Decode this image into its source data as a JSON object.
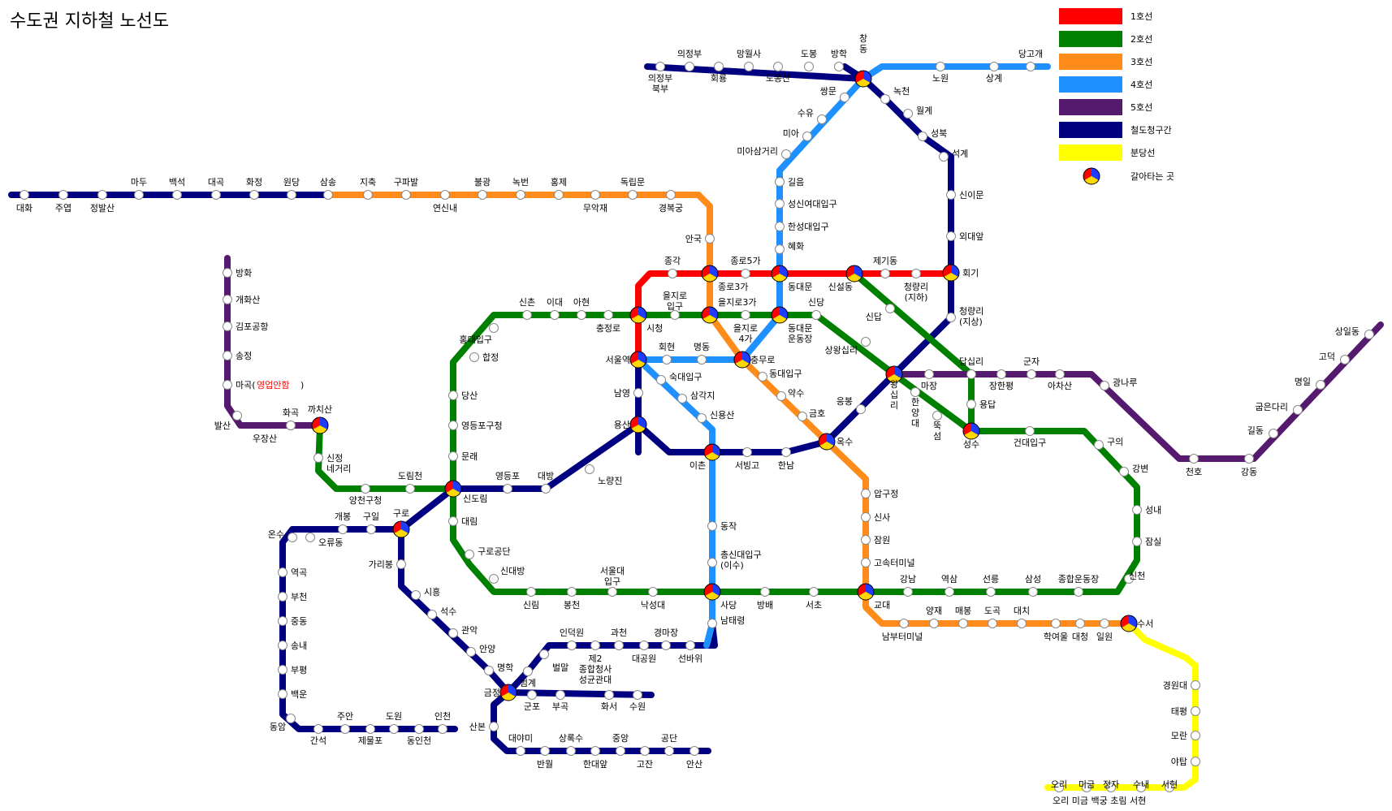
{
  "title": "수도권 지하철 노선도",
  "legend": [
    {
      "id": "l1",
      "label": "1호선",
      "color": "#ff0000"
    },
    {
      "id": "l2",
      "label": "2호선",
      "color": "#008000"
    },
    {
      "id": "l3",
      "label": "3호선",
      "color": "#ff8c1a"
    },
    {
      "id": "l4",
      "label": "4호선",
      "color": "#1e90ff"
    },
    {
      "id": "l5",
      "label": "5호선",
      "color": "#551a6e"
    },
    {
      "id": "rail",
      "label": "철도청구간",
      "color": "#000080"
    },
    {
      "id": "bd",
      "label": "분당선",
      "color": "#ffff00"
    }
  ],
  "transfer_label": "갈아타는 곳",
  "stations": [
    {
      "id": "s_uijeongbubukbu",
      "name": "의정부\n북부"
    },
    {
      "id": "s_uijeongbu",
      "name": "의정부"
    },
    {
      "id": "s_hoeryong",
      "name": "회룡"
    },
    {
      "id": "s_mangwolsa",
      "name": "망월사"
    },
    {
      "id": "s_dobongsan",
      "name": "도봉산"
    },
    {
      "id": "s_dobong",
      "name": "도봉"
    },
    {
      "id": "s_banghak",
      "name": "방학"
    },
    {
      "id": "s_changdong",
      "name": "창\n동"
    },
    {
      "id": "s_nowon",
      "name": "노원"
    },
    {
      "id": "s_sanggye",
      "name": "상계"
    },
    {
      "id": "s_danggogae",
      "name": "당고개"
    },
    {
      "id": "s_nokcheon",
      "name": "녹천"
    },
    {
      "id": "s_wolgye",
      "name": "월계"
    },
    {
      "id": "s_seongbuk",
      "name": "성북"
    },
    {
      "id": "s_seokgye",
      "name": "석계"
    },
    {
      "id": "s_sinimun",
      "name": "신이문"
    },
    {
      "id": "s_oedaeap",
      "name": "외대앞"
    },
    {
      "id": "s_hoegi",
      "name": "회기"
    },
    {
      "id": "s_cheongnyangri_g",
      "name": "청량리\n(지상)"
    },
    {
      "id": "s_ssangmun",
      "name": "쌍문"
    },
    {
      "id": "s_suyu",
      "name": "수유"
    },
    {
      "id": "s_mia",
      "name": "미아"
    },
    {
      "id": "s_miasageori",
      "name": "미아삼거리"
    },
    {
      "id": "s_gireum",
      "name": "길음"
    },
    {
      "id": "s_sungshin",
      "name": "성신여대입구"
    },
    {
      "id": "s_hansung",
      "name": "한성대입구"
    },
    {
      "id": "s_hyehwa",
      "name": "혜화"
    },
    {
      "id": "s_daehwa",
      "name": "대화"
    },
    {
      "id": "s_juyeop",
      "name": "주엽"
    },
    {
      "id": "s_jeongbalsan",
      "name": "정발산"
    },
    {
      "id": "s_madu",
      "name": "마두"
    },
    {
      "id": "s_baekseok",
      "name": "백석"
    },
    {
      "id": "s_daegok",
      "name": "대곡"
    },
    {
      "id": "s_hwajeong",
      "name": "화정"
    },
    {
      "id": "s_wondang",
      "name": "원당"
    },
    {
      "id": "s_samsong",
      "name": "삼송"
    },
    {
      "id": "s_jichuk",
      "name": "지축"
    },
    {
      "id": "s_gupabal",
      "name": "구파발"
    },
    {
      "id": "s_yeonsinnae",
      "name": "연신내"
    },
    {
      "id": "s_bulgwang",
      "name": "불광"
    },
    {
      "id": "s_nokbeon",
      "name": "녹번"
    },
    {
      "id": "s_hongje",
      "name": "홍제"
    },
    {
      "id": "s_muakjae",
      "name": "무악재"
    },
    {
      "id": "s_dongnimmun",
      "name": "독립문"
    },
    {
      "id": "s_gyeongbokgung",
      "name": "경복궁"
    },
    {
      "id": "s_anguk",
      "name": "안국"
    },
    {
      "id": "s_jonggak",
      "name": "종각"
    },
    {
      "id": "s_jongno3ga",
      "name": "종로3가"
    },
    {
      "id": "s_jongno5ga",
      "name": "종로5가"
    },
    {
      "id": "s_dongdaemun",
      "name": "동대문"
    },
    {
      "id": "s_sinseoldong",
      "name": "신설동"
    },
    {
      "id": "s_jegidong",
      "name": "제기동"
    },
    {
      "id": "s_cheongnyangri_u",
      "name": "청량리\n(지하)"
    },
    {
      "id": "s_banghwa",
      "name": "방화"
    },
    {
      "id": "s_gaehwasan",
      "name": "개화산"
    },
    {
      "id": "s_gimpo",
      "name": "김포공항"
    },
    {
      "id": "s_songjeong",
      "name": "송정"
    },
    {
      "id": "s_magok",
      "name": "마곡("
    },
    {
      "id": "s_balsan",
      "name": "발산"
    },
    {
      "id": "s_hwagok",
      "name": "화곡"
    },
    {
      "id": "s_ujangsan",
      "name": "우장산"
    },
    {
      "id": "s_kkachisan",
      "name": "까치산"
    },
    {
      "id": "s_sinchon",
      "name": "신촌"
    },
    {
      "id": "s_ewha",
      "name": "이대"
    },
    {
      "id": "s_ahyeon",
      "name": "아현"
    },
    {
      "id": "s_chungjeongno",
      "name": "충정로"
    },
    {
      "id": "s_cityhall",
      "name": "시청"
    },
    {
      "id": "s_euljiro1",
      "name": "을지로\n입구"
    },
    {
      "id": "s_euljiro3",
      "name": "을지로3가"
    },
    {
      "id": "s_euljiro4",
      "name": "을지로\n4가"
    },
    {
      "id": "s_ddp",
      "name": "동대문\n운동장"
    },
    {
      "id": "s_sindang",
      "name": "신당"
    },
    {
      "id": "s_sangwangsimni",
      "name": "상왕십리"
    },
    {
      "id": "s_hongik",
      "name": "홍대입구"
    },
    {
      "id": "s_hapjeong",
      "name": "합정"
    },
    {
      "id": "s_dangsan",
      "name": "당산"
    },
    {
      "id": "s_ydpgu",
      "name": "영등포구청"
    },
    {
      "id": "s_mullae",
      "name": "문래"
    },
    {
      "id": "s_sindorim",
      "name": "신도림"
    },
    {
      "id": "s_seoulstn",
      "name": "서울역"
    },
    {
      "id": "s_hoehyeon",
      "name": "회현"
    },
    {
      "id": "s_myeongdong",
      "name": "명동"
    },
    {
      "id": "s_chungmuro",
      "name": "충무로"
    },
    {
      "id": "s_dongguk",
      "name": "동대입구"
    },
    {
      "id": "s_yaksu",
      "name": "약수"
    },
    {
      "id": "s_geumho",
      "name": "금호"
    },
    {
      "id": "s_oksu",
      "name": "옥수"
    },
    {
      "id": "s_sookmyung",
      "name": "숙대입구"
    },
    {
      "id": "s_samgakji",
      "name": "삼각지"
    },
    {
      "id": "s_sinyongsan",
      "name": "신용산"
    },
    {
      "id": "s_namyeong",
      "name": "남영"
    },
    {
      "id": "s_yongsan",
      "name": "용산"
    },
    {
      "id": "s_ichon",
      "name": "이촌"
    },
    {
      "id": "s_seobinggo",
      "name": "서빙고"
    },
    {
      "id": "s_hannam",
      "name": "한남"
    },
    {
      "id": "s_eungbong",
      "name": "응봉"
    },
    {
      "id": "s_wangsimni",
      "name": "왕\n십\n리"
    },
    {
      "id": "s_majang",
      "name": "마장"
    },
    {
      "id": "s_dapsimni",
      "name": "답십리"
    },
    {
      "id": "s_janghanpyeong",
      "name": "장한평"
    },
    {
      "id": "s_gunja",
      "name": "군자"
    },
    {
      "id": "s_achasan",
      "name": "아차산"
    },
    {
      "id": "s_gwangnaru",
      "name": "광나루"
    },
    {
      "id": "s_cheonho",
      "name": "천호"
    },
    {
      "id": "s_gangdong",
      "name": "강동"
    },
    {
      "id": "s_gildong",
      "name": "길동"
    },
    {
      "id": "s_gubeundari",
      "name": "굽은다리"
    },
    {
      "id": "s_myeongil",
      "name": "명일"
    },
    {
      "id": "s_godeok",
      "name": "고덕"
    },
    {
      "id": "s_sangil",
      "name": "상일동"
    },
    {
      "id": "s_sinjeong",
      "name": "신답"
    },
    {
      "id": "s_yongdap",
      "name": "용답"
    },
    {
      "id": "s_hanyang",
      "name": "한\n양\n대"
    },
    {
      "id": "s_ttukseom",
      "name": "뚝\n섬"
    },
    {
      "id": "s_seongsu",
      "name": "성수"
    },
    {
      "id": "s_konkuk",
      "name": "건대입구"
    },
    {
      "id": "s_guui",
      "name": "구의"
    },
    {
      "id": "s_gangbyeon",
      "name": "강변"
    },
    {
      "id": "s_seongnae",
      "name": "성내"
    },
    {
      "id": "s_jamsil",
      "name": "잠실"
    },
    {
      "id": "s_sincheon",
      "name": "신천"
    },
    {
      "id": "s_sinjeongnegeori",
      "name": "신정\n네거리"
    },
    {
      "id": "s_yangcheon",
      "name": "양천구청"
    },
    {
      "id": "s_dorimcheon",
      "name": "도림천"
    },
    {
      "id": "s_yeongdeungpo",
      "name": "영등포"
    },
    {
      "id": "s_daebang",
      "name": "대방"
    },
    {
      "id": "s_noryangjin",
      "name": "노량진"
    },
    {
      "id": "s_daerim",
      "name": "대림"
    },
    {
      "id": "s_gurodigital",
      "name": "구로공단"
    },
    {
      "id": "s_sindaebang",
      "name": "신대방"
    },
    {
      "id": "s_sillim",
      "name": "신림"
    },
    {
      "id": "s_bongcheon",
      "name": "봉천"
    },
    {
      "id": "s_snu",
      "name": "서울대\n입구"
    },
    {
      "id": "s_nakseongdae",
      "name": "낙성대"
    },
    {
      "id": "s_sadang",
      "name": "사당"
    },
    {
      "id": "s_bangbae",
      "name": "방배"
    },
    {
      "id": "s_seocho",
      "name": "서초"
    },
    {
      "id": "s_gyodae",
      "name": "교대"
    },
    {
      "id": "s_gangnam",
      "name": "강남"
    },
    {
      "id": "s_yeoksam",
      "name": "역삼"
    },
    {
      "id": "s_seolleung",
      "name": "선릉"
    },
    {
      "id": "s_samseong",
      "name": "삼성"
    },
    {
      "id": "s_sports",
      "name": "종합운동장"
    },
    {
      "id": "s_dongjak",
      "name": "동작"
    },
    {
      "id": "s_isu",
      "name": "총신대입구\n(이수)"
    },
    {
      "id": "s_namtaeryeong",
      "name": "남태령"
    },
    {
      "id": "s_apgujeong",
      "name": "압구정"
    },
    {
      "id": "s_sinsa",
      "name": "신사"
    },
    {
      "id": "s_jamwon",
      "name": "잠원"
    },
    {
      "id": "s_express",
      "name": "고속터미널"
    },
    {
      "id": "s_nambu",
      "name": "남부터미널"
    },
    {
      "id": "s_yangjae",
      "name": "양재"
    },
    {
      "id": "s_maebong",
      "name": "매봉"
    },
    {
      "id": "s_dogok",
      "name": "도곡"
    },
    {
      "id": "s_daechi",
      "name": "대치"
    },
    {
      "id": "s_hakyeoul",
      "name": "학여울"
    },
    {
      "id": "s_daecheong",
      "name": "대청"
    },
    {
      "id": "s_irwon",
      "name": "일원"
    },
    {
      "id": "s_suseo",
      "name": "수서"
    },
    {
      "id": "s_gyeongwon",
      "name": "경원대"
    },
    {
      "id": "s_taepyeong",
      "name": "태평"
    },
    {
      "id": "s_moran",
      "name": "모란"
    },
    {
      "id": "s_yatap",
      "name": "야탑"
    },
    {
      "id": "s_seohyeon",
      "name": "서현"
    },
    {
      "id": "s_sunae",
      "name": "수내"
    },
    {
      "id": "s_jeongja",
      "name": "정자"
    },
    {
      "id": "s_migeum",
      "name": "미금"
    },
    {
      "id": "s_ori",
      "name": "오리"
    },
    {
      "id": "s_onsu",
      "name": "온수"
    },
    {
      "id": "s_oryu",
      "name": "오류동"
    },
    {
      "id": "s_gaebong",
      "name": "개봉"
    },
    {
      "id": "s_guil",
      "name": "구일"
    },
    {
      "id": "s_guro",
      "name": "구로"
    },
    {
      "id": "s_yeokgok",
      "name": "역곡"
    },
    {
      "id": "s_bucheon",
      "name": "부천"
    },
    {
      "id": "s_jungdong",
      "name": "중동"
    },
    {
      "id": "s_songnae",
      "name": "송내"
    },
    {
      "id": "s_bupyeong",
      "name": "부평"
    },
    {
      "id": "s_baegun",
      "name": "백운"
    },
    {
      "id": "s_dongam",
      "name": "동암"
    },
    {
      "id": "s_ganseok",
      "name": "간석"
    },
    {
      "id": "s_juan",
      "name": "주안"
    },
    {
      "id": "s_jemulpo",
      "name": "제물포"
    },
    {
      "id": "s_dowon",
      "name": "도원"
    },
    {
      "id": "s_dongincheon",
      "name": "동인천"
    },
    {
      "id": "s_incheon",
      "name": "인천"
    },
    {
      "id": "s_garibong",
      "name": "가리봉"
    },
    {
      "id": "s_siheung",
      "name": "시흥"
    },
    {
      "id": "s_seoksu",
      "name": "석수"
    },
    {
      "id": "s_gwanak",
      "name": "관악"
    },
    {
      "id": "s_anyang",
      "name": "안양"
    },
    {
      "id": "s_myeonghak",
      "name": "명학"
    },
    {
      "id": "s_geumjeong",
      "name": "금정"
    },
    {
      "id": "s_beomgye",
      "name": "범계"
    },
    {
      "id": "s_pyeongchon",
      "name": "벌말"
    },
    {
      "id": "s_indeogwon",
      "name": "인덕원"
    },
    {
      "id": "s_gwacheon",
      "name": "과천"
    },
    {
      "id": "s_gyeongmajang",
      "name": "경마장"
    },
    {
      "id": "s_seonbawi",
      "name": "선바위"
    },
    {
      "id": "s_daegongwon",
      "name": "대공원"
    },
    {
      "id": "s_jeonggwan",
      "name": "제2\n종합청사\n성균관대"
    },
    {
      "id": "s_gunpo",
      "name": "군포"
    },
    {
      "id": "s_bugok",
      "name": "부곡"
    },
    {
      "id": "s_hwaseo",
      "name": "화서"
    },
    {
      "id": "s_suwon",
      "name": "수원"
    },
    {
      "id": "s_sanbon",
      "name": "산본"
    },
    {
      "id": "s_daeyami",
      "name": "대야미"
    },
    {
      "id": "s_banwol",
      "name": "반월"
    },
    {
      "id": "s_sangroksu",
      "name": "상록수"
    },
    {
      "id": "s_handaeap",
      "name": "한대앞"
    },
    {
      "id": "s_jungang",
      "name": "중앙"
    },
    {
      "id": "s_gojan",
      "name": "고잔"
    },
    {
      "id": "s_gongdan",
      "name": "공단"
    },
    {
      "id": "s_ansan",
      "name": "안산"
    }
  ],
  "extra_texts": [
    {
      "id": "t_yeongeop",
      "text": "영업안함",
      "red": true
    },
    {
      "id": "t_close",
      "text": ")",
      "red": false
    },
    {
      "id": "t_orimigeum",
      "text": "오리  미금  백궁  초림  서현",
      "red": false
    }
  ]
}
